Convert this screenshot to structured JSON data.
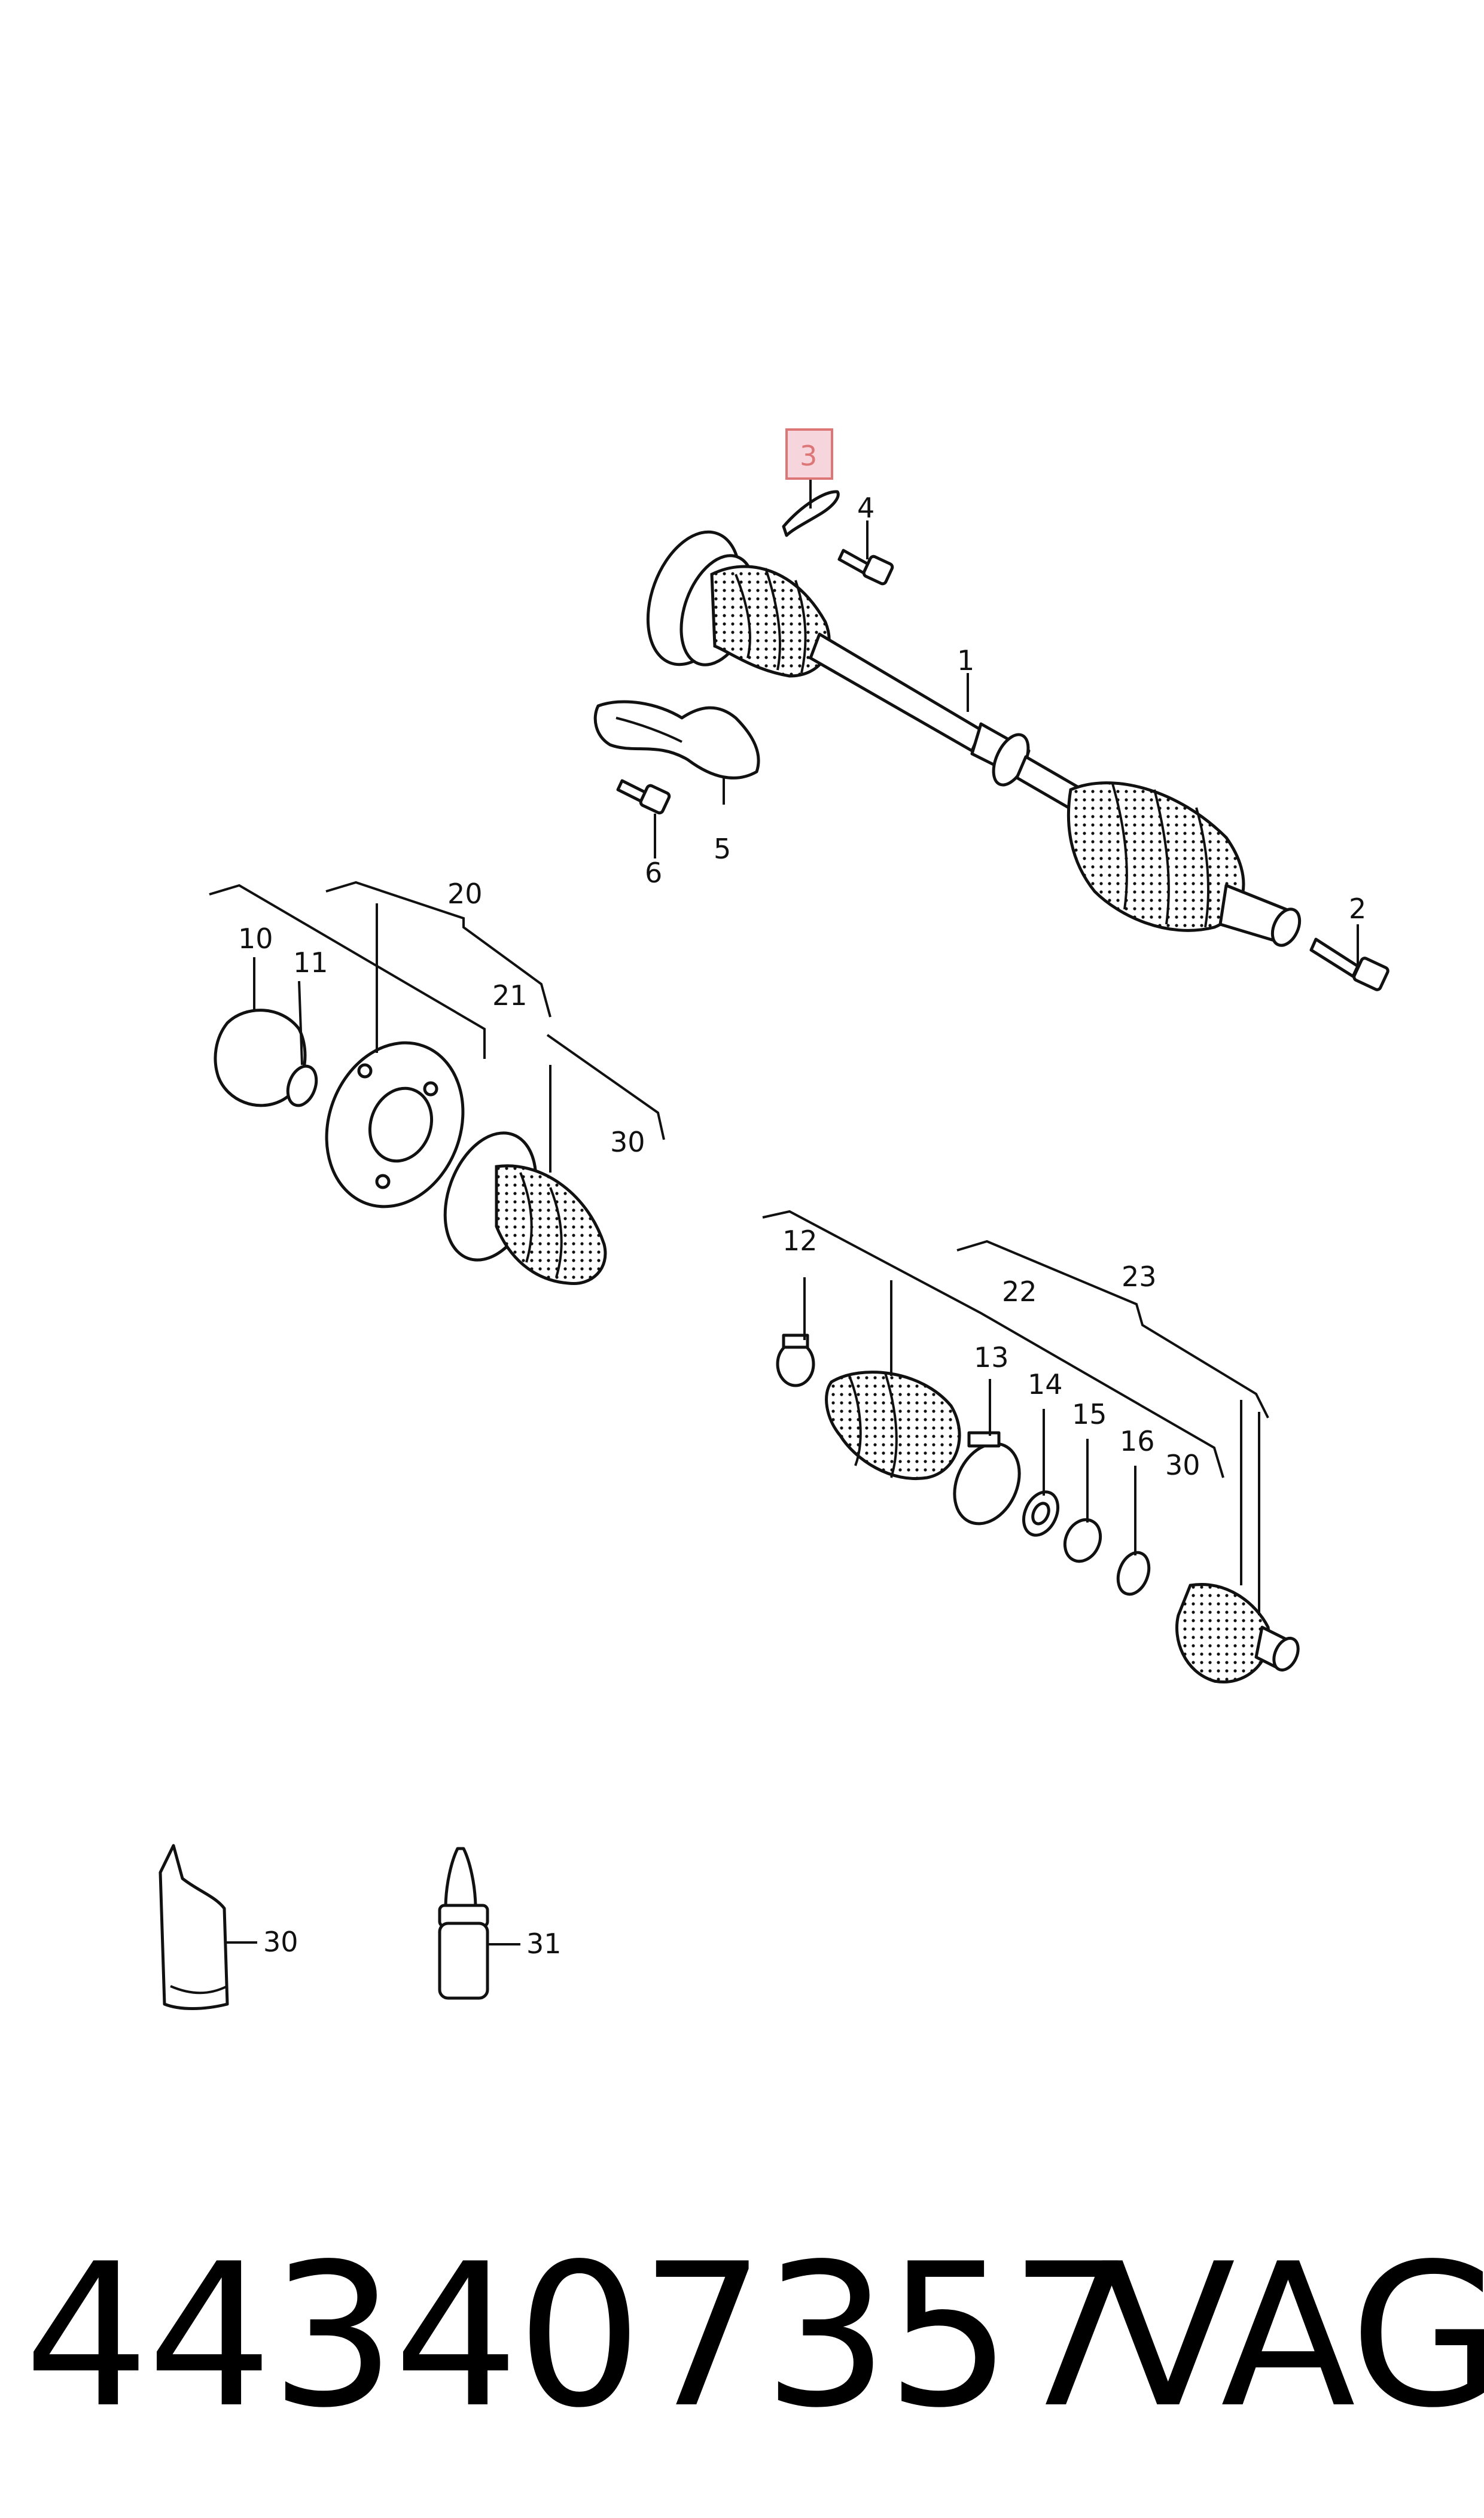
{
  "callouts": {
    "c1": "1",
    "c2": "2",
    "c3": "3",
    "c4": "4",
    "c5": "5",
    "c6": "6",
    "c10": "10",
    "c11": "11",
    "c12": "12",
    "c13": "13",
    "c14": "14",
    "c15": "15",
    "c16": "16",
    "c20": "20",
    "c21": "21",
    "c22": "22",
    "c23": "23",
    "c30a": "30",
    "c30b": "30",
    "c30c": "30",
    "c31": "31"
  },
  "highlight_color": "#f6d5dc",
  "footer": {
    "part_number": "443407357",
    "brand": "VAG"
  }
}
